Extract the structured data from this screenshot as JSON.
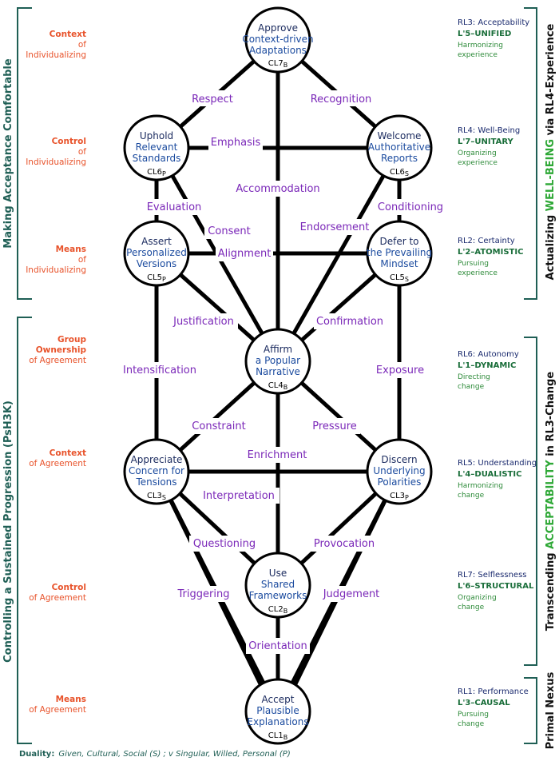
{
  "nodes": {
    "cl7": {
      "line1": "Approve",
      "line2": "Context-driven",
      "line3": "Adaptations",
      "code": "CL7",
      "sub": "B"
    },
    "cl6p": {
      "line1": "Uphold",
      "line2": "Relevant",
      "line3": "Standards",
      "code": "CL6",
      "sub": "P"
    },
    "cl6s": {
      "line1": "Welcome",
      "line2": "Authoritative",
      "line3": "Reports",
      "code": "CL6",
      "sub": "S"
    },
    "cl5p": {
      "line1": "Assert",
      "line2": "Personalized",
      "line3": "Versions",
      "code": "CL5",
      "sub": "P"
    },
    "cl5s": {
      "line1": "Defer to",
      "line2": "the Prevailing",
      "line3": "Mindset",
      "code": "CL5",
      "sub": "S"
    },
    "cl4": {
      "line1": "Affirm",
      "line2": "a Popular",
      "line3": "Narrative",
      "code": "CL4",
      "sub": "B"
    },
    "cl3s": {
      "line1": "Appreciate",
      "line2": "Concern for",
      "line3": "Tensions",
      "code": "CL3",
      "sub": "S"
    },
    "cl3p": {
      "line1": "Discern",
      "line2": "Underlying",
      "line3": "Polarities",
      "code": "CL3",
      "sub": "P"
    },
    "cl2": {
      "line1": "Use",
      "line2": "Shared",
      "line3": "Frameworks",
      "code": "CL2",
      "sub": "B"
    },
    "cl1": {
      "line1": "Accept",
      "line2": "Plausible",
      "line3": "Explanations",
      "code": "CL1",
      "sub": "B"
    }
  },
  "edge_labels": {
    "respect": "Respect",
    "recognition": "Recognition",
    "emphasis": "Emphasis",
    "accommodation": "Accommodation",
    "evaluation": "Evaluation",
    "conditioning": "Conditioning",
    "consent": "Consent",
    "endorsement": "Endorsement",
    "alignment": "Alignment",
    "justification": "Justification",
    "confirmation": "Confirmation",
    "intensification": "Intensification",
    "exposure": "Exposure",
    "constraint": "Constraint",
    "pressure": "Pressure",
    "enrichment": "Enrichment",
    "interpretation": "Interpretation",
    "questioning": "Questioning",
    "provocation": "Provocation",
    "triggering": "Triggering",
    "judgement": "Judgement",
    "orientation": "Orientation"
  },
  "left_labels": {
    "row1": {
      "bold": "Context",
      "rest1": "of",
      "rest2": "Individualizing"
    },
    "row2": {
      "bold": "Control",
      "rest1": "of",
      "rest2": "Individualizing"
    },
    "row3": {
      "bold": "Means",
      "rest1": "of",
      "rest2": "Individualizing"
    },
    "row4": {
      "bold1": "Group",
      "bold2": "Ownership",
      "rest": "of Agreement"
    },
    "row5": {
      "bold": "Context",
      "rest": "of Agreement"
    },
    "row6": {
      "bold": "Control",
      "rest": "of Agreement"
    },
    "row7": {
      "bold": "Means",
      "rest": "of Agreement"
    }
  },
  "left_brackets": {
    "top": "Making  Acceptance  Comfortable",
    "bottom": "Controlling  a Sustained Progression (PsH3K)"
  },
  "right_labels": {
    "rl3": {
      "head": "RL3:  Acceptability",
      "level": "L'5–UNIFIED",
      "d1": "Harmonizing",
      "d2": "experience"
    },
    "rl4": {
      "head": "RL4:  Well-Being",
      "level": "L'7–UNITARY",
      "d1": "Organizing",
      "d2": "experience"
    },
    "rl2": {
      "head": "RL2:  Certainty",
      "level": "L'2–ATOMISTIC",
      "d1": "Pursuing",
      "d2": "experience"
    },
    "rl6": {
      "head": "RL6:  Autonomy",
      "level": "L'1–DYNAMIC",
      "d1": "Directing",
      "d2": "change"
    },
    "rl5": {
      "head": "RL5:  Understanding",
      "level": "L'4–DUALISTIC",
      "d1": "Harmonizing",
      "d2": "change"
    },
    "rl7": {
      "head": "RL7:  Selflessness",
      "level": "L'6–STRUCTURAL",
      "d1": "Organizing",
      "d2": "change"
    },
    "rl1": {
      "head": "RL1:  Performance",
      "level": "L'3–CAUSAL",
      "d1": "Pursuing",
      "d2": "change"
    }
  },
  "right_brackets": {
    "top": {
      "pre": "Actualizing  ",
      "accent": "WELL-BEING",
      "post": "  via  RL4-Experience"
    },
    "middle": {
      "pre": "Transcending  ",
      "accent": "ACCEPTABILITY",
      "post": "  in RL3-Change"
    },
    "bottom": "Primal Nexus"
  },
  "footer": {
    "label": "Duality:",
    "text": "Given, Cultural, Social (S) ; v Singular, Willed, Personal (P)"
  },
  "colors": {
    "node_text": "#1a4a9e",
    "edge_label": "#7a27b8",
    "left_label": "#e8532b",
    "bracket": "#1f5f55",
    "accent_green": "#2ea836"
  }
}
